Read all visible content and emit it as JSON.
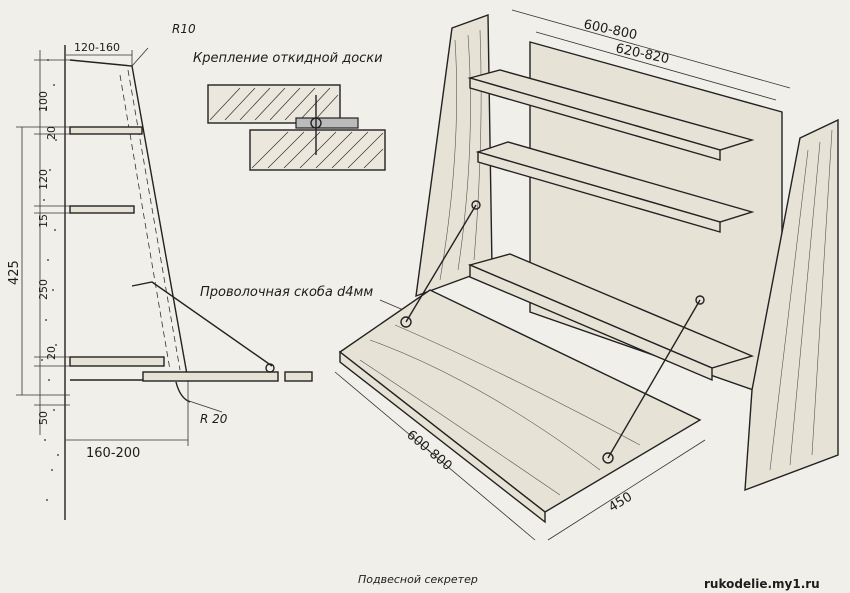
{
  "labels": {
    "r10": "R10",
    "board_mount": "Крепление откидной доски",
    "wire_bracket": "Проволочная скоба d4мм",
    "r20": "R 20",
    "caption": "Подвесной секретер",
    "watermark": "rukodelie.my1.ru"
  },
  "dimensions": {
    "top_width": "120-160",
    "bottom_width": "160-200",
    "total_height": "425",
    "d100": "100",
    "d20a": "20",
    "d120": "120",
    "d15": "15",
    "d250": "250",
    "d20b": "20",
    "d50": "50",
    "shelf_len_inner": "600-800",
    "shelf_len_outer": "620-820",
    "board_len": "600-800",
    "board_depth": "450"
  },
  "colors": {
    "paper": "#f1efe9",
    "ink": "#222222",
    "wood": "#e7e2d6"
  }
}
